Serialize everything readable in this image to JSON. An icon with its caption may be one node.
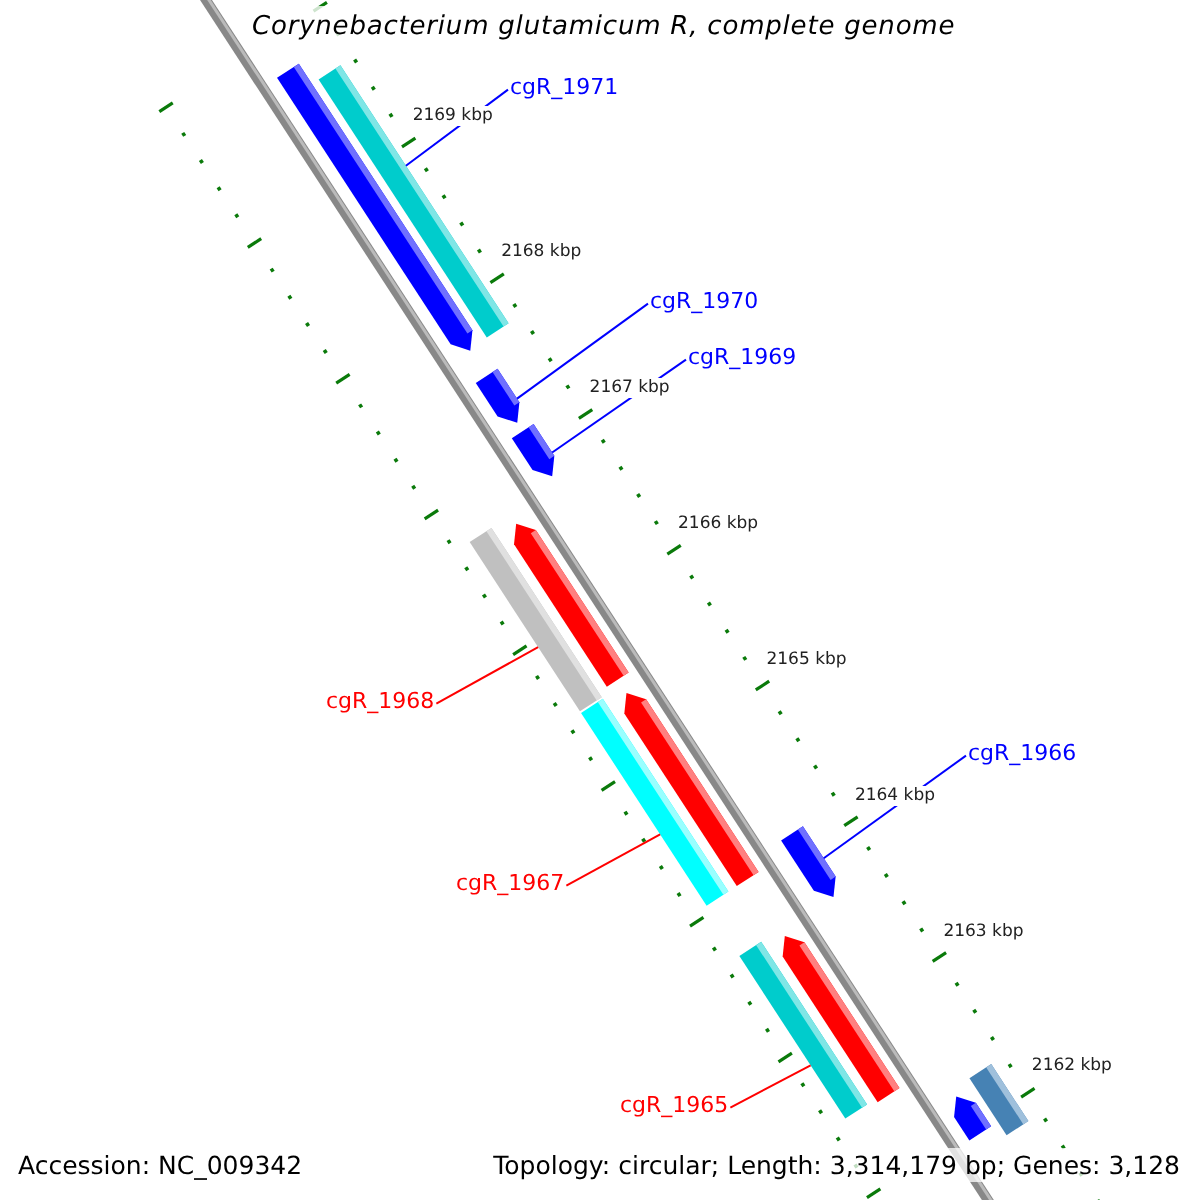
{
  "diagram": {
    "title": "Corynebacterium glutamicum R, complete genome",
    "nodes": [
      {
        "text": [],
        "shape": "arrow"
      },
      {
        "text": [],
        "shape": "bar"
      },
      {
        "text": [
          "cgR_1971"
        ]
      },
      {
        "text": [
          "cgR_1970"
        ]
      },
      {
        "text": [],
        "shape": "arrow"
      },
      {
        "text": [
          "cgR_1969"
        ]
      },
      {
        "text": [],
        "shape": "arrow"
      },
      {
        "text": [],
        "shape": "arrow"
      },
      {
        "text": [],
        "shape": "bar"
      },
      {
        "text": [
          "cgR_1968"
        ]
      },
      {
        "text": [],
        "shape": "arrow"
      },
      {
        "text": [],
        "shape": "bar"
      },
      {
        "text": [
          "cgR_1966"
        ]
      },
      {
        "text": [
          "cgR_1967"
        ]
      },
      {
        "text": [],
        "shape": "arrow"
      },
      {
        "text": [],
        "shape": "arrow"
      },
      {
        "text": [],
        "shape": "bar"
      },
      {
        "text": [
          "cgR_1965"
        ]
      },
      {
        "text": [],
        "shape": "arrow"
      },
      {
        "text": [],
        "shape": "bar"
      }
    ],
    "edges": [
      {
        "from": 2,
        "to": 1,
        "arrow": "none"
      },
      {
        "from": 3,
        "to": 4,
        "arrow": "none"
      },
      {
        "from": 5,
        "to": 6,
        "arrow": "none"
      },
      {
        "from": 9,
        "to": 8,
        "arrow": "none",
        "color": "#ff0000"
      },
      {
        "from": 13,
        "to": 11,
        "arrow": "none",
        "color": "#ff0000"
      },
      {
        "from": 12,
        "to": 14,
        "arrow": "none"
      },
      {
        "from": 17,
        "to": 16,
        "arrow": "none",
        "color": "#ff0000"
      }
    ],
    "labels": [
      "2169 kbp",
      "2168 kbp",
      "2167 kbp",
      "2166 kbp",
      "2165 kbp",
      "2164 kbp",
      "2163 kbp",
      "2162 kbp",
      "Accession: NC_009342",
      "Topology: circular; Length: 3,314,179 bp; Genes: 3,128"
    ]
  }
}
